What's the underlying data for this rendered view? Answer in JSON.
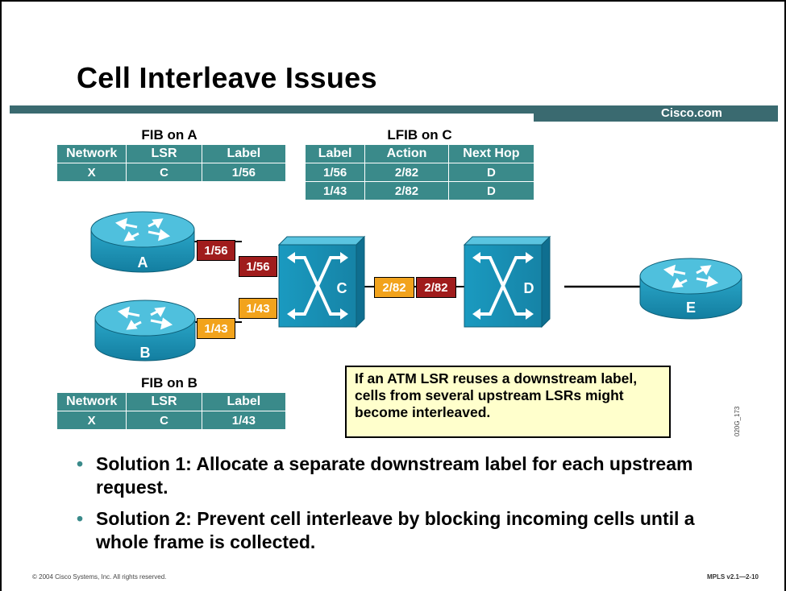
{
  "title": "Cell Interleave Issues",
  "brand": "Cisco.com",
  "fib_a": {
    "caption": "FIB on A",
    "headers": [
      "Network",
      "LSR",
      "Label"
    ],
    "rows": [
      [
        "X",
        "C",
        "1/56"
      ]
    ]
  },
  "lfib_c": {
    "caption": "LFIB on C",
    "headers": [
      "Label",
      "Action",
      "Next Hop"
    ],
    "rows": [
      [
        "1/56",
        "2/82",
        "D"
      ],
      [
        "1/43",
        "2/82",
        "D"
      ]
    ]
  },
  "fib_b": {
    "caption": "FIB on B",
    "headers": [
      "Network",
      "LSR",
      "Label"
    ],
    "rows": [
      [
        "X",
        "C",
        "1/43"
      ]
    ]
  },
  "devices": {
    "a": "A",
    "b": "B",
    "c": "C",
    "d": "D",
    "e": "E"
  },
  "labels": {
    "a_out": "1/56",
    "c_in_a": "1/56",
    "b_out": "1/43",
    "c_in_b": "1/43",
    "c_out": "2/82",
    "d_in": "2/82"
  },
  "colors": {
    "teal": "#3a8a8a",
    "bar": "#3a6a70",
    "red_label": "#a01c1c",
    "orange_label": "#f2a31c",
    "device": "#1a8fb0"
  },
  "note": "If an ATM LSR reuses a downstream label, cells from several upstream LSRs might become interleaved.",
  "solutions": [
    "Solution 1: Allocate a separate downstream label for each upstream request.",
    "Solution 2: Prevent cell interleave by blocking incoming cells until a whole frame is collected."
  ],
  "bullet": "•",
  "side_code": "020G_173",
  "footer": {
    "copyright": "© 2004 Cisco Systems, Inc. All rights reserved.",
    "course": "MPLS v2.1—2-10"
  }
}
